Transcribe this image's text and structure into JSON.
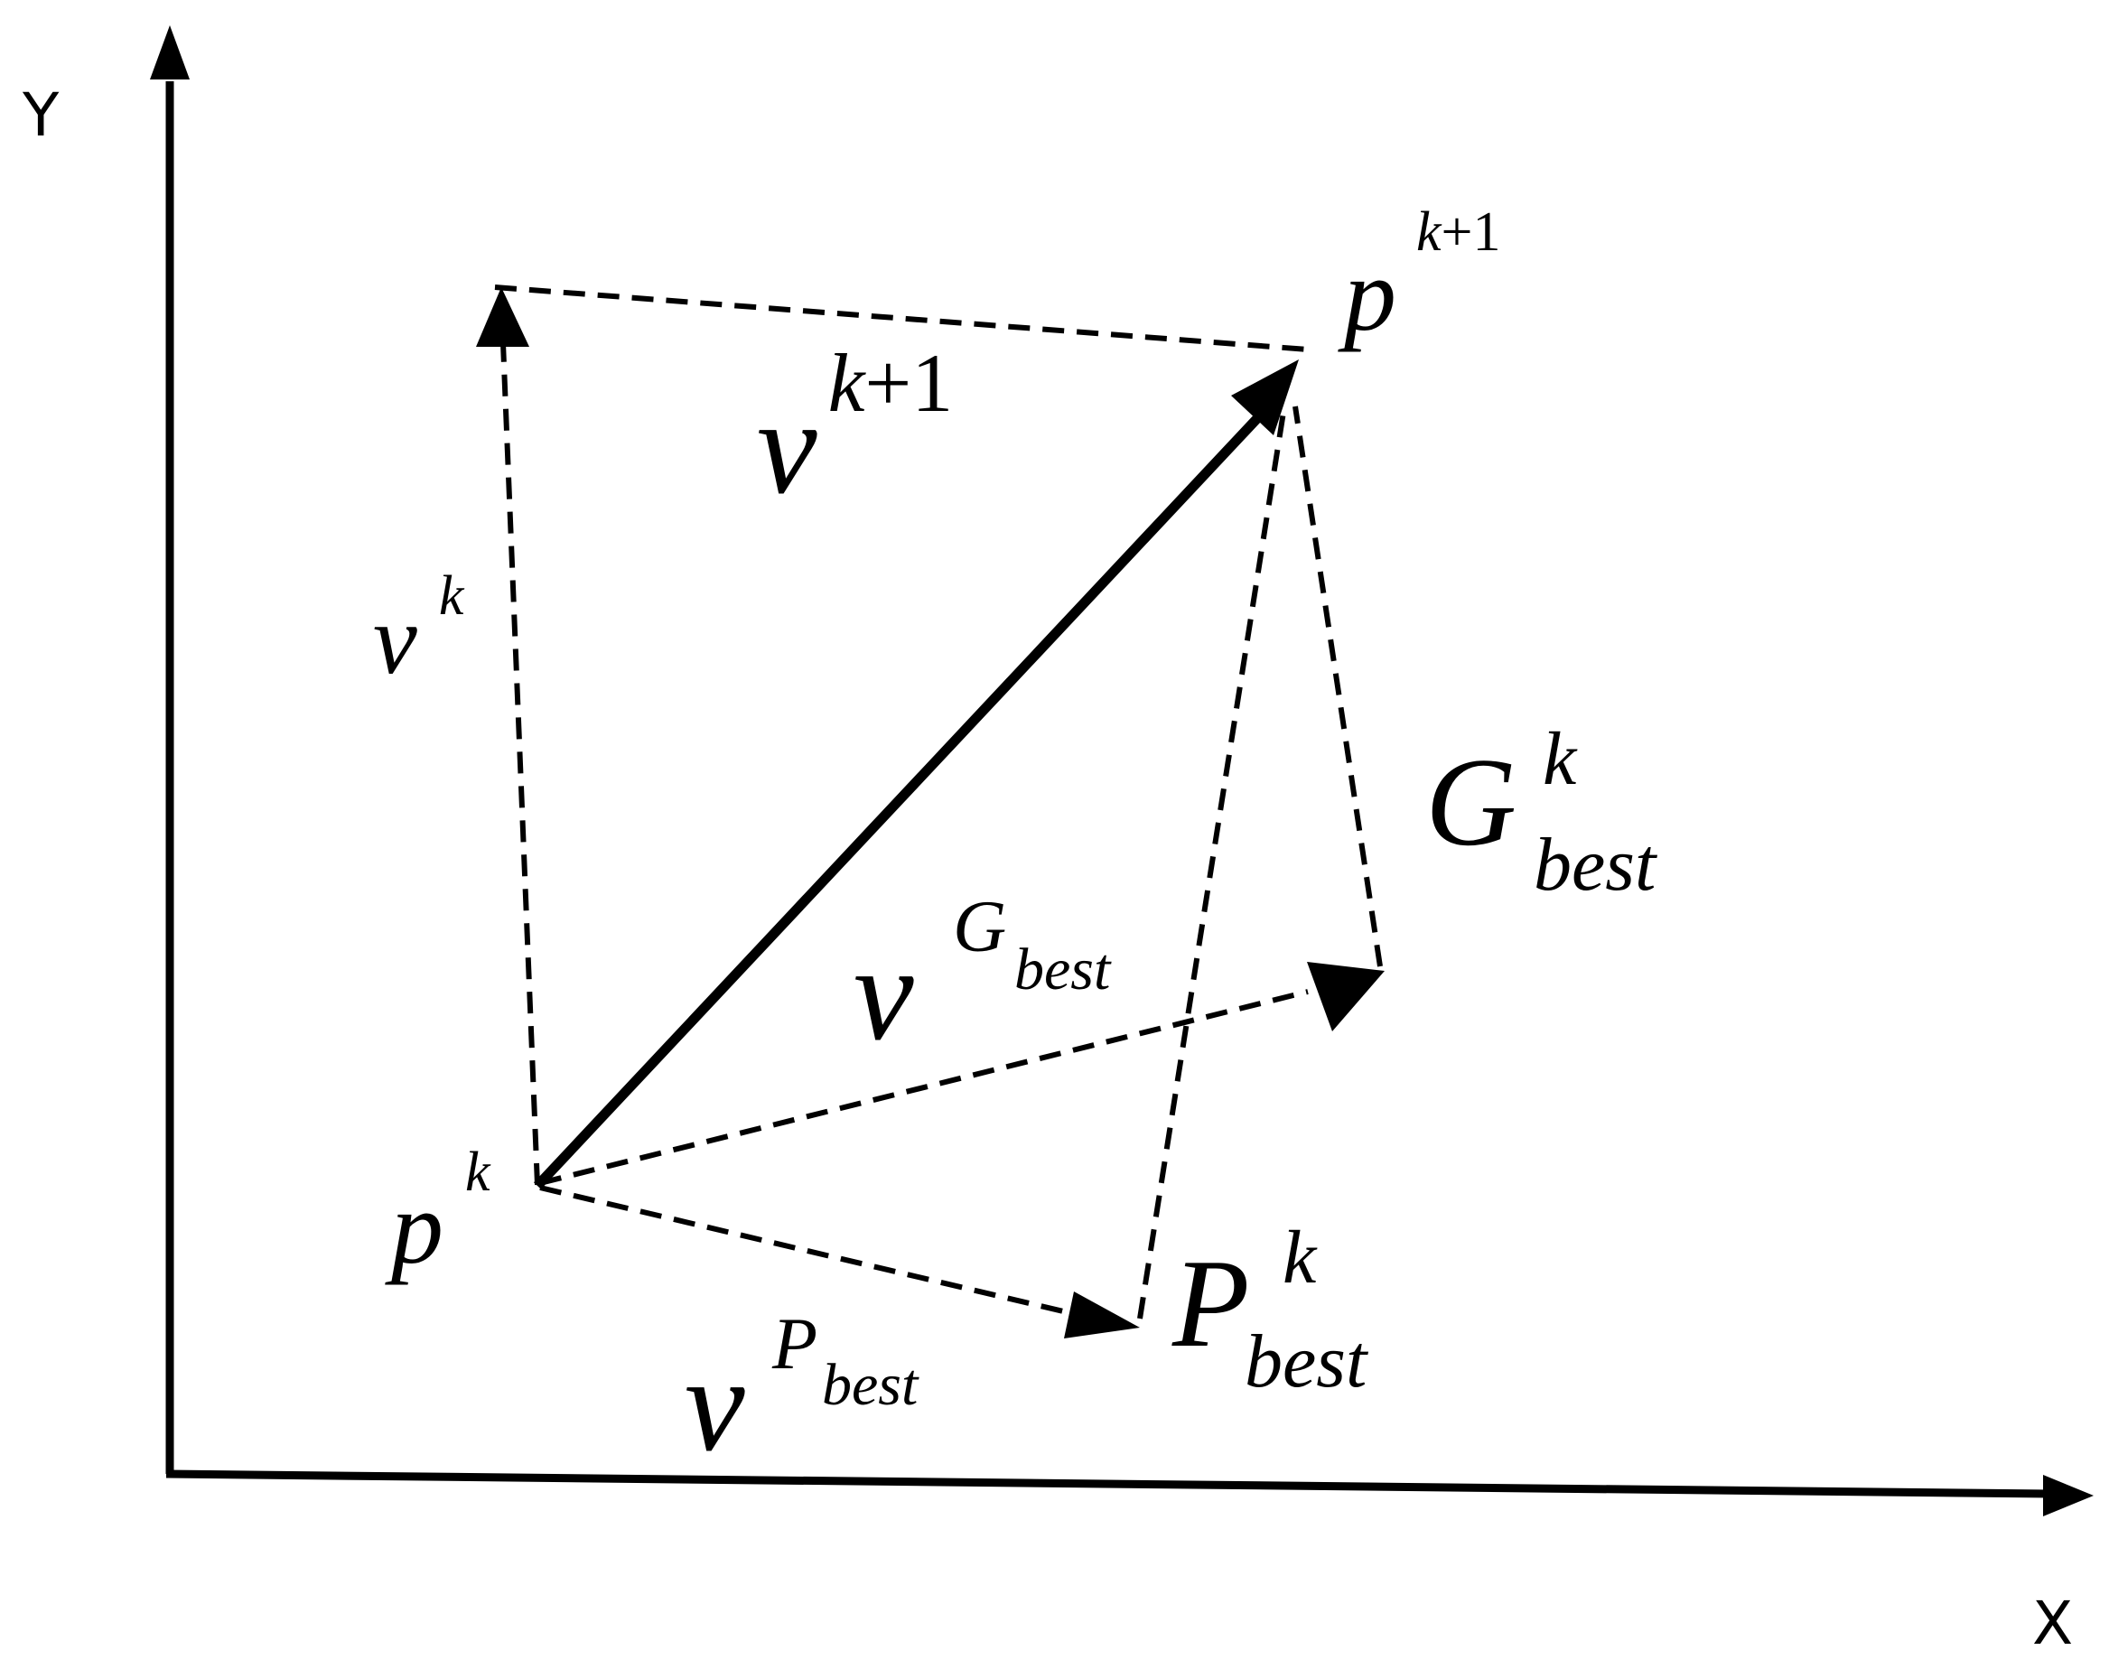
{
  "axes": {
    "x_label": "X",
    "y_label": "Y"
  },
  "labels": {
    "p_k": {
      "base": "p",
      "sup": "k"
    },
    "p_k1": {
      "base": "p",
      "sup_var": "k",
      "sup_rest": "+1"
    },
    "v_k": {
      "base": "v",
      "sup": "k"
    },
    "v_k1": {
      "base": "v",
      "sup_var": "k",
      "sup_rest": "+1"
    },
    "g_best_k": {
      "base": "G",
      "sup": "k",
      "sub": "best"
    },
    "p_best_k": {
      "base": "P",
      "sup": "k",
      "sub": "best"
    },
    "v_gbest": {
      "base": "v",
      "sup": "G",
      "sup_sub": "best"
    },
    "v_pbest": {
      "base": "v",
      "sup": "P",
      "sup_sub": "best"
    }
  },
  "colors": {
    "ink": "#000000",
    "background": "#ffffff"
  }
}
